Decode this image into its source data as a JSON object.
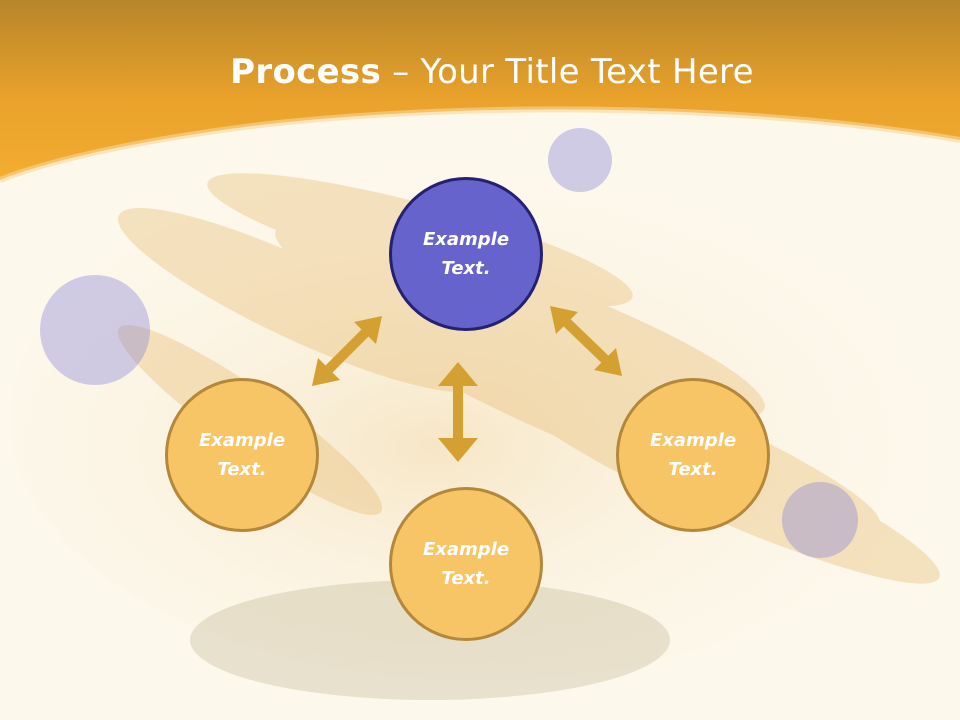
{
  "slide": {
    "title_bold": "Process",
    "title_rest": " – Your Title Text Here"
  },
  "diagram": {
    "nodes": [
      {
        "id": "center",
        "label": "Example Text.",
        "fill": "#6663cc",
        "border": "#252070"
      },
      {
        "id": "left",
        "label": "Example Text.",
        "fill": "#f7c466",
        "border": "#b3883a"
      },
      {
        "id": "bottom",
        "label": "Example Text.",
        "fill": "#f7c466",
        "border": "#b3883a"
      },
      {
        "id": "right",
        "label": "Example Text.",
        "fill": "#f7c466",
        "border": "#b3883a"
      }
    ],
    "arrow_color": "#d4a032"
  },
  "theme": {
    "header_top": "#b8862a",
    "header_bottom": "#f2ab2c",
    "background": "#fdf8ec"
  }
}
